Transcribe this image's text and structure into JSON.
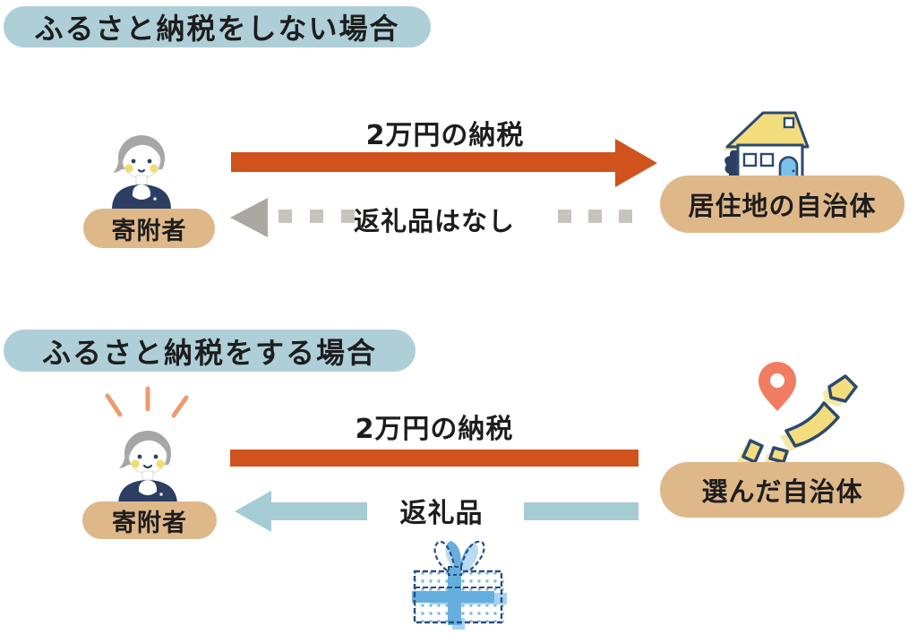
{
  "section1": {
    "title": "ふるさと納税をしない場合",
    "tax_label": "2万円の納税",
    "return_label": "返礼品はなし",
    "donor_label": "寄附者",
    "municipality_label": "居住地の自治体"
  },
  "section2": {
    "title": "ふるさと納税をする場合",
    "tax_label": "2万円の納税",
    "return_label": "返礼品",
    "donor_label": "寄附者",
    "municipality_label": "選んだ自治体"
  },
  "icons": {
    "donor": "person-icon",
    "residence": "house-icon",
    "chosen_municipality": "map-pin-japan-icon",
    "gift": "gift-box-icon",
    "excitement": "excitement-rays-icon"
  },
  "colors": {
    "title-pill-bg": "#aecfd7",
    "entity-pill-bg": "#dfb88a",
    "tax-arrow": "#d0521c",
    "gift-arrow": "#a5cbd5",
    "gray-arrow": "#aba8a2",
    "gray-dash": "#c7c3bd",
    "text": "#1d1d1d",
    "outline-navy": "#2c4a6e",
    "jacket-navy": "#2c3f63",
    "hair-gray": "#a6a6a6",
    "cheek-yellow": "#eedd6f",
    "icon-yellow": "#f3dd7d",
    "icon-yellow-light": "#f6e8a6",
    "pin-salmon": "#f07d61",
    "door-blue": "#7ac2e9",
    "gift-blue": "#66aede",
    "gift-blue-light": "#a8d2f0",
    "ray-orange": "#ec9b70"
  }
}
